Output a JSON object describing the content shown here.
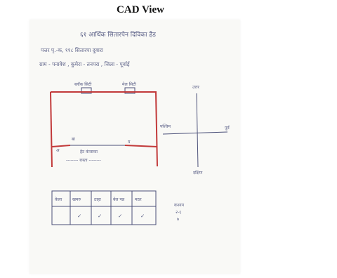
{
  "title": "CAD View",
  "sketch": {
    "heading": "६१ आर्थिक सितारपेन दिविका हैड",
    "line2": "पत्तर पृ.-क, ११८ सितारपा दुवारा",
    "line3": "ग्राम - पनावेश , कुमेरा - तनपरा , जिला - पूर्वाई",
    "label_top_left": "ब्लॉक सिटी",
    "label_top_right": "मेल सिटी",
    "label_bottom_mid": "हेट कंजाका",
    "label_bottom": "-------- रास्ता --------",
    "mark_left": "अ",
    "mark_mid1": "बा",
    "mark_mid2": "य",
    "compass": {
      "north": "उत्तर",
      "south": "दक्षिण",
      "east": "पूर्व",
      "west": "पश्चिम"
    },
    "table": {
      "headers": [
        "केला",
        "खमरु",
        "ठाहा",
        "बेल पन्न",
        "मठर"
      ],
      "row": [
        "",
        "✓",
        "✓",
        "✓",
        "✓"
      ]
    },
    "signature": [
      "कश्यप",
      "२-६",
      "७"
    ]
  }
}
